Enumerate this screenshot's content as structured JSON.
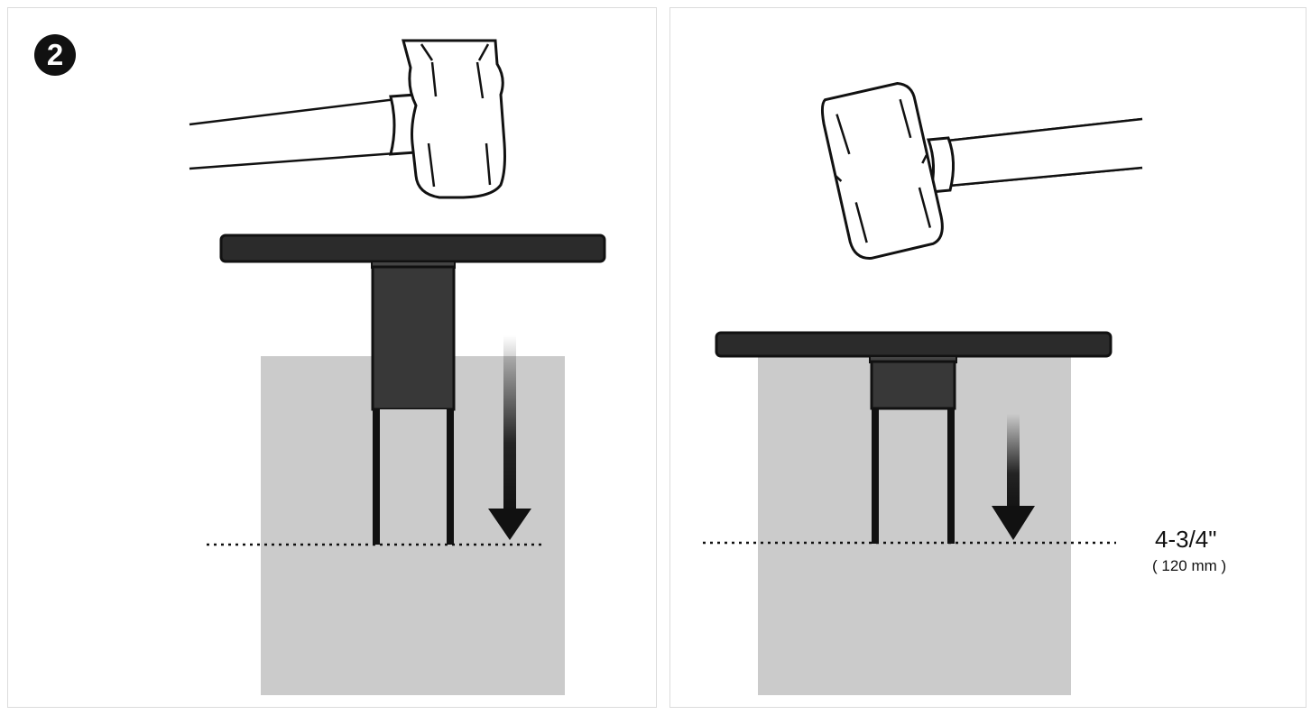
{
  "step": {
    "number": "2"
  },
  "panels": [
    {
      "id": "left",
      "state": "before"
    },
    {
      "id": "right",
      "state": "after",
      "measurement": {
        "primary": "4-3/4\"",
        "secondary": "( 120 mm )"
      }
    }
  ],
  "colors": {
    "ground": "#cbcbcb",
    "plate": "#2b2b2b",
    "stake_fill": "#383838",
    "outline": "#111111",
    "panel_border": "#dcdcdc"
  },
  "icons": {
    "hammer": "sledgehammer-icon",
    "arrow": "down-arrow-icon"
  }
}
